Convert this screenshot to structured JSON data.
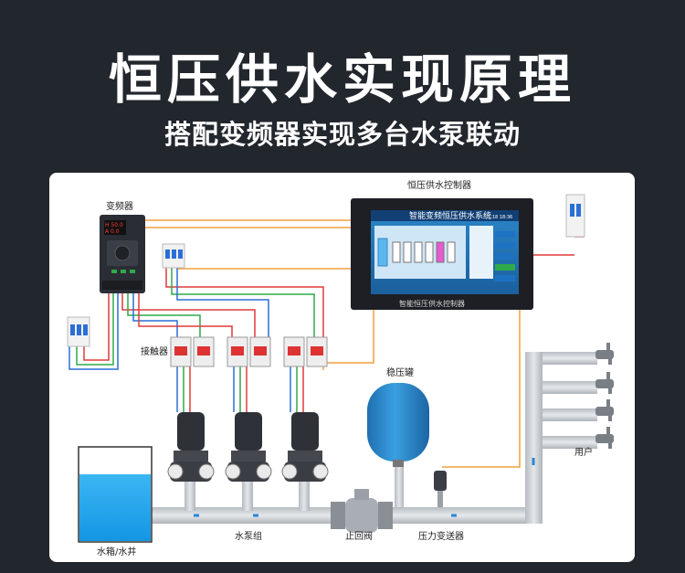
{
  "header": {
    "title": "恒压供水实现原理",
    "subtitle": "搭配变频器实现多台水泵联动"
  },
  "diagram": {
    "labels": {
      "inverter": "变频器",
      "controller": "恒压供水控制器",
      "contactor": "接触器",
      "pressure_tank": "稳压罐",
      "users": "用户",
      "pump_group": "水泵组",
      "check_valve": "止回阀",
      "pressure_transmitter": "压力变送器",
      "water_tank": "水箱/水井"
    },
    "inverter_display": {
      "line1": "H 50.0",
      "line2": "A 0.0"
    },
    "hmi": {
      "screen_title": "智能变频恒压供水系统",
      "screen_clock": "1:18 18:36",
      "bezel_label": "智能恒压供水控制器"
    }
  },
  "colors": {
    "background": "#22262d",
    "panel": "#ffffff",
    "pipe": "#c9ced3",
    "wire_red": "#e03a3a",
    "wire_green": "#2eaa4a",
    "wire_blue": "#2a6fd6",
    "wire_orange": "#f0a03c",
    "tank_blue": "#2f8fd0",
    "water": "#25a6ee"
  }
}
